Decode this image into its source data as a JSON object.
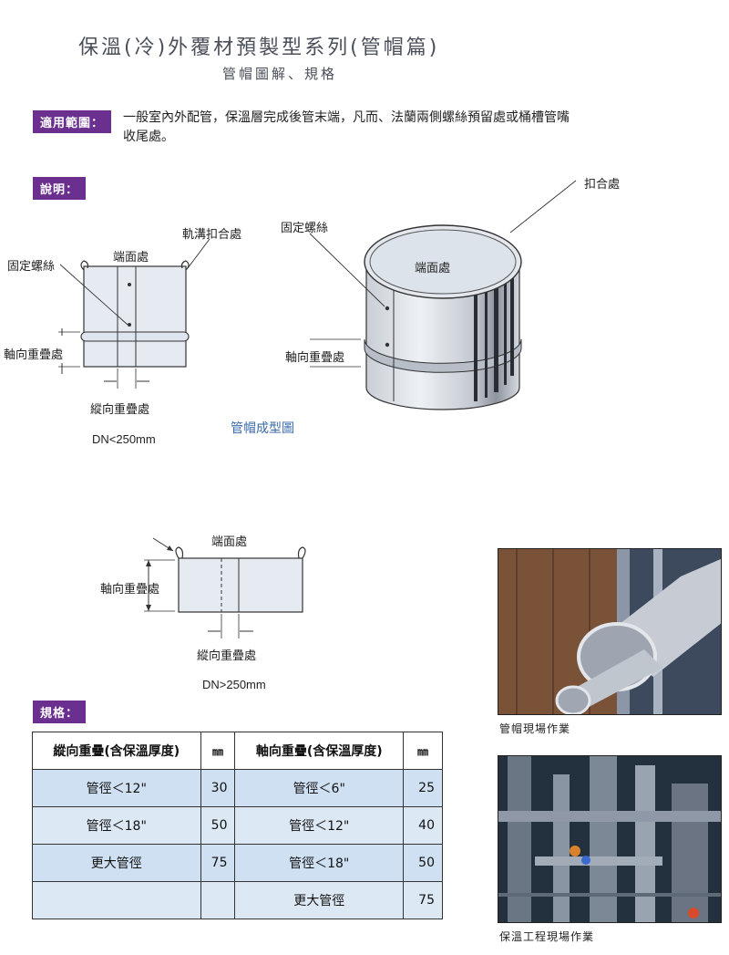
{
  "header": {
    "title": "保溫(冷)外覆材預製型系列(管帽篇)",
    "subtitle": "管帽圖解、規格"
  },
  "scope": {
    "tag": "適用範圍：",
    "text": "一般室內外配管，保溫層完成後管末端，凡而、法蘭兩側螺絲預留處或桶槽管嘴收尾處。"
  },
  "explain": {
    "tag": "說明："
  },
  "diagram_small": {
    "end_face": "端面處",
    "rail_seam": "軌溝扣合處",
    "fixing_screw": "固定螺絲",
    "axial_overlap": "軸向重疊處",
    "longitudinal_overlap": "縱向重疊處",
    "size": "DN<250mm"
  },
  "diagram_3d": {
    "buckle": "扣合處",
    "fixing_screw": "固定螺絲",
    "end_face": "端面處",
    "axial_overlap": "軸向重疊處",
    "caption": "管帽成型圖"
  },
  "diagram_large": {
    "end_face": "端面處",
    "axial_overlap": "軸向重疊處",
    "longitudinal_overlap": "縱向重疊處",
    "size": "DN>250mm"
  },
  "spec": {
    "tag": "規格：",
    "headers": [
      "縱向重疊(含保溫厚度)",
      "㎜",
      "軸向重疊(含保溫厚度)",
      "㎜"
    ],
    "rows": [
      [
        "管徑＜12\"",
        "30",
        "管徑＜6\"",
        "25"
      ],
      [
        "管徑＜18\"",
        "50",
        "管徑＜12\"",
        "40"
      ],
      [
        "更大管徑",
        "75",
        "管徑＜18\"",
        "50"
      ],
      [
        "",
        "",
        "更大管徑",
        "75"
      ]
    ]
  },
  "photos": [
    {
      "caption": "管帽現場作業"
    },
    {
      "caption": "保溫工程現場作業"
    }
  ],
  "colors": {
    "tag_bg": "#6a2f8f",
    "table_row": "#cfe0f2",
    "caption_blue": "#3a6aa8"
  }
}
